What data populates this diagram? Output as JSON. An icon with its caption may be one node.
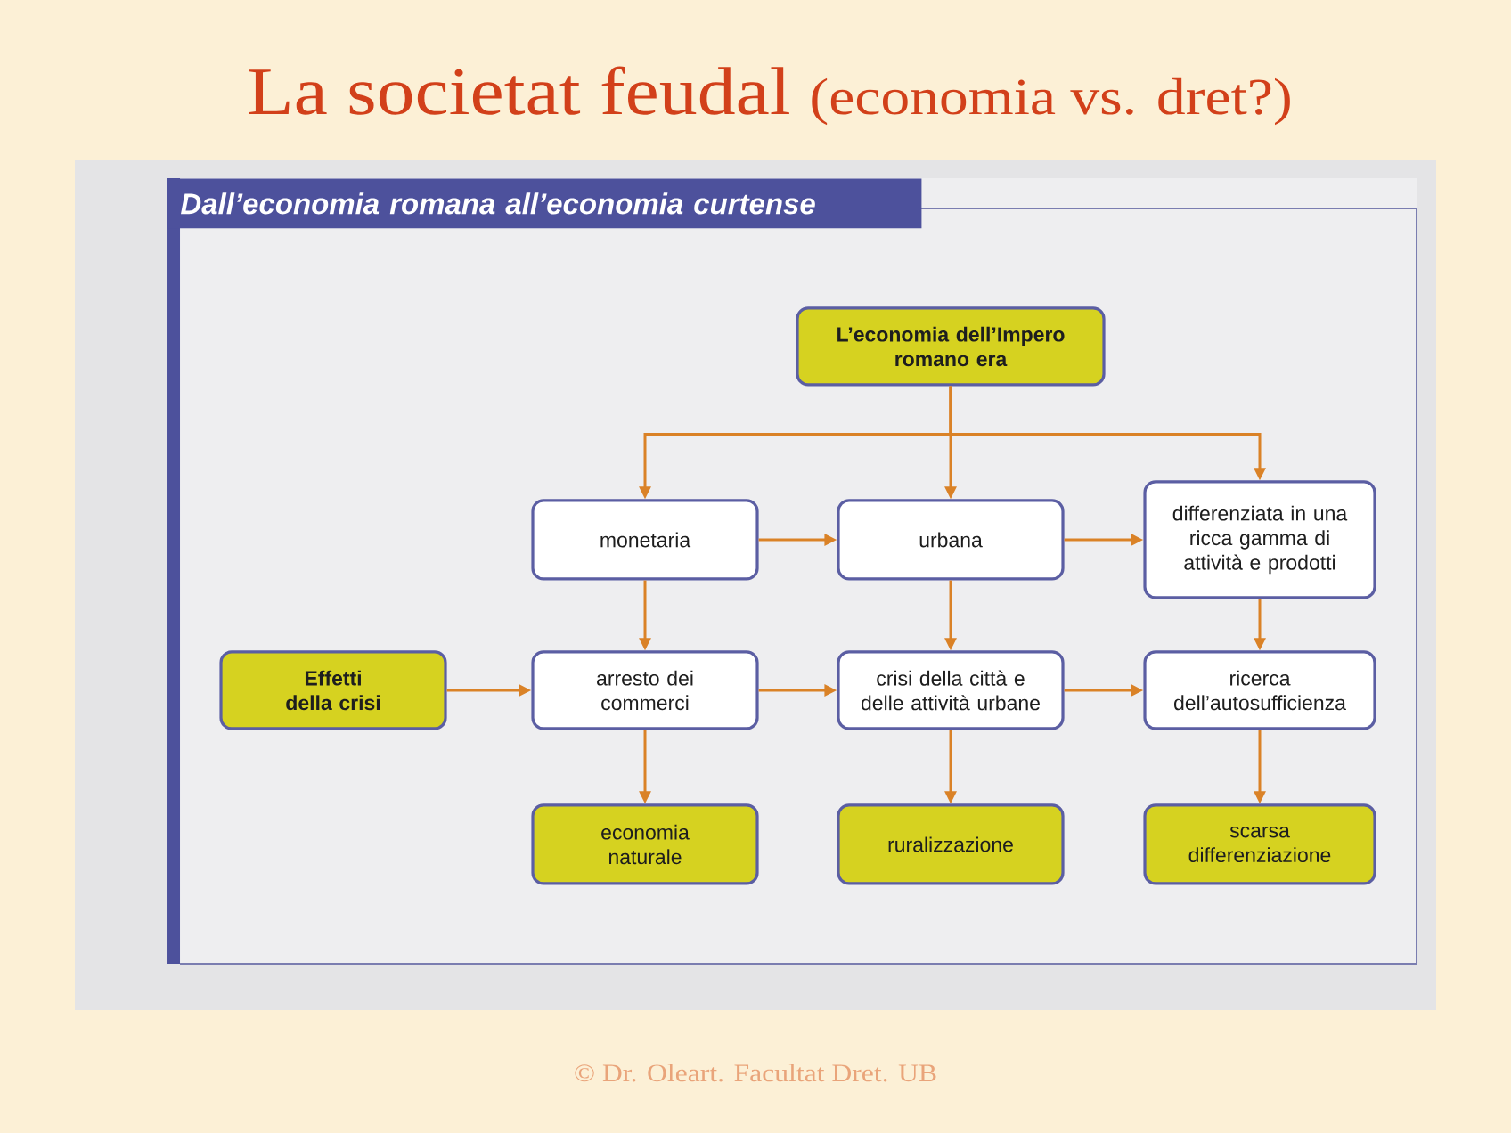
{
  "diagram": {
    "title": "La societat feudal",
    "nodes": [
      {
        "text": [
          "Dall’economia romana all’economia curtense"
        ]
      },
      {
        "text": [
          "L’economia dell’Impero romano era"
        ],
        "in": 0
      },
      {
        "text": [
          "monetaria"
        ],
        "in": 0
      },
      {
        "text": [
          "urbana"
        ],
        "in": 0
      },
      {
        "text": [
          "differenziata in una ricca gamma di attività e prodotti"
        ],
        "in": 0
      },
      {
        "text": [
          "Effetti della crisi"
        ],
        "in": 0
      },
      {
        "text": [
          "arresto dei commerci"
        ],
        "in": 0
      },
      {
        "text": [
          "crisi della città e delle attività urbane"
        ],
        "in": 0
      },
      {
        "text": [
          "ricerca dell’autosufficienza"
        ],
        "in": 0
      },
      {
        "text": [
          "economia naturale"
        ],
        "in": 0
      },
      {
        "text": [
          "ruralizzazione"
        ],
        "in": 0
      },
      {
        "text": [
          "scarsa differenziazione"
        ],
        "in": 0
      }
    ],
    "edges": [
      {
        "from": 1,
        "to": 2,
        "arrow": "to"
      },
      {
        "from": 1,
        "to": 3,
        "arrow": "to"
      },
      {
        "from": 1,
        "to": 4,
        "arrow": "to"
      },
      {
        "from": 2,
        "to": 3,
        "arrow": "to"
      },
      {
        "from": 3,
        "to": 4,
        "arrow": "to"
      },
      {
        "from": 2,
        "to": 6,
        "arrow": "to"
      },
      {
        "from": 3,
        "to": 7,
        "arrow": "to"
      },
      {
        "from": 4,
        "to": 8,
        "arrow": "to"
      },
      {
        "from": 5,
        "to": 6,
        "arrow": "to"
      },
      {
        "from": 6,
        "to": 7,
        "arrow": "to"
      },
      {
        "from": 7,
        "to": 8,
        "arrow": "to"
      },
      {
        "from": 6,
        "to": 9,
        "arrow": "to"
      },
      {
        "from": 7,
        "to": 10,
        "arrow": "to"
      },
      {
        "from": 8,
        "to": 11,
        "arrow": "to"
      }
    ],
    "labels": [
      "(economia vs. dret?)",
      "© Dr. Oleart. Facultat Dret. UB"
    ]
  }
}
